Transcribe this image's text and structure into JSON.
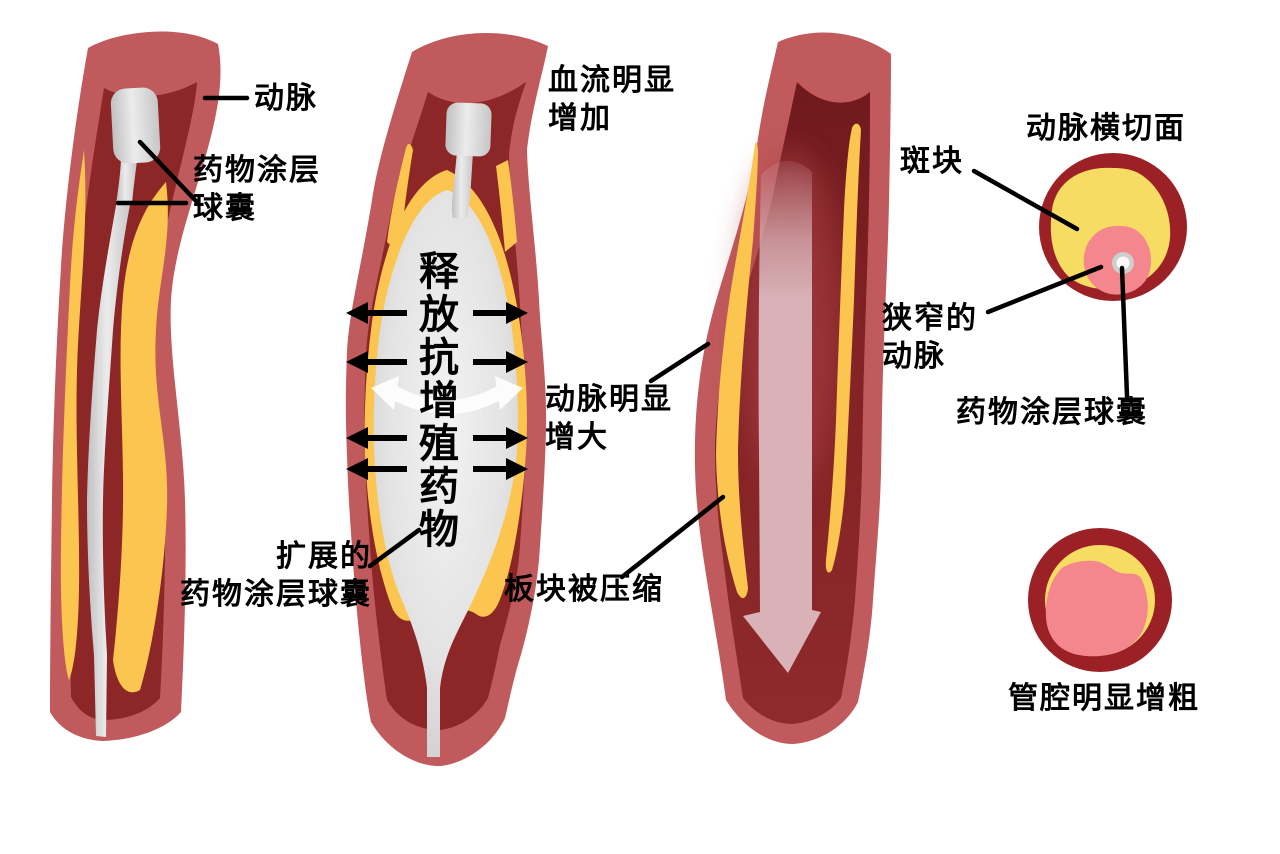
{
  "figure": {
    "type": "medical-diagram",
    "subject": "drug-coated balloon angioplasty stages",
    "labels": {
      "artery": "动脉",
      "drug_coated_balloon_two_line": "药物涂层\n球囊",
      "blood_flow_increase": "血流明显\n增加",
      "release_antiproliferative_drug": "释放抗增殖药物",
      "artery_enlarged": "动脉明显\n增大",
      "expanded_drug_coated_balloon": "扩展的\n药物涂层球囊",
      "plaque_compressed": "板块被压缩",
      "cross_section_title": "动脉横切面",
      "plaque": "斑块",
      "narrowed_artery": "狭窄的\n动脉",
      "drug_coated_balloon": "药物涂层球囊",
      "lumen_enlarged": "管腔明显增粗"
    },
    "palette": {
      "artery_wall": "#c05a5c",
      "lumen_dark_red": "#8d2627",
      "plaque_yellow": "#fbc54f",
      "cross_section_yellow": "#f7dc63",
      "lumen_pink": "#f4868d",
      "blood_flow_arrow_pink": "#d8b2b7",
      "cross_section_ring": "#9c2127",
      "catheter_gray": "#d9d9d9",
      "label_text": "#000000"
    }
  }
}
